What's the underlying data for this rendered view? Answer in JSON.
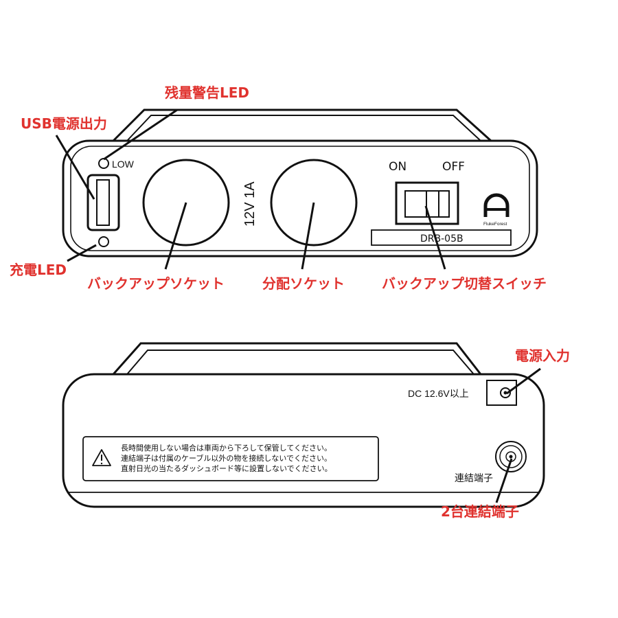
{
  "front_view": {
    "callouts": {
      "remaining_warning_led": "残量警告LED",
      "usb_power_output": "USB電源出力",
      "charging_led": "充電LED",
      "backup_socket": "バックアップソケット",
      "distribution_socket": "分配ソケット",
      "backup_switch": "バックアップ切替スイッチ"
    },
    "panel": {
      "low_label": "LOW",
      "rating": "12V 1A",
      "switch_on": "ON",
      "switch_off": "OFF",
      "brand": "FlukeForest",
      "model": "DRB-05B"
    }
  },
  "back_view": {
    "callouts": {
      "power_input": "電源入力",
      "two_unit_link": "2台連結端子"
    },
    "panel": {
      "dc_input_label": "DC 12.6V以上",
      "link_terminal_label": "連結端子",
      "warning_lines": [
        "長時間使用しない場合は車両から下ろして保管してください。",
        "連結端子は付属のケーブル以外の物を接続しないでください。",
        "直射日光の当たるダッシュボード等に設置しないでください。"
      ]
    }
  },
  "icons": {
    "warning": "warning-triangle-icon",
    "brand_logo": "flukeforest-logo-icon"
  },
  "colors": {
    "callout": "#e0322e",
    "line": "#111111",
    "background": "#ffffff"
  }
}
